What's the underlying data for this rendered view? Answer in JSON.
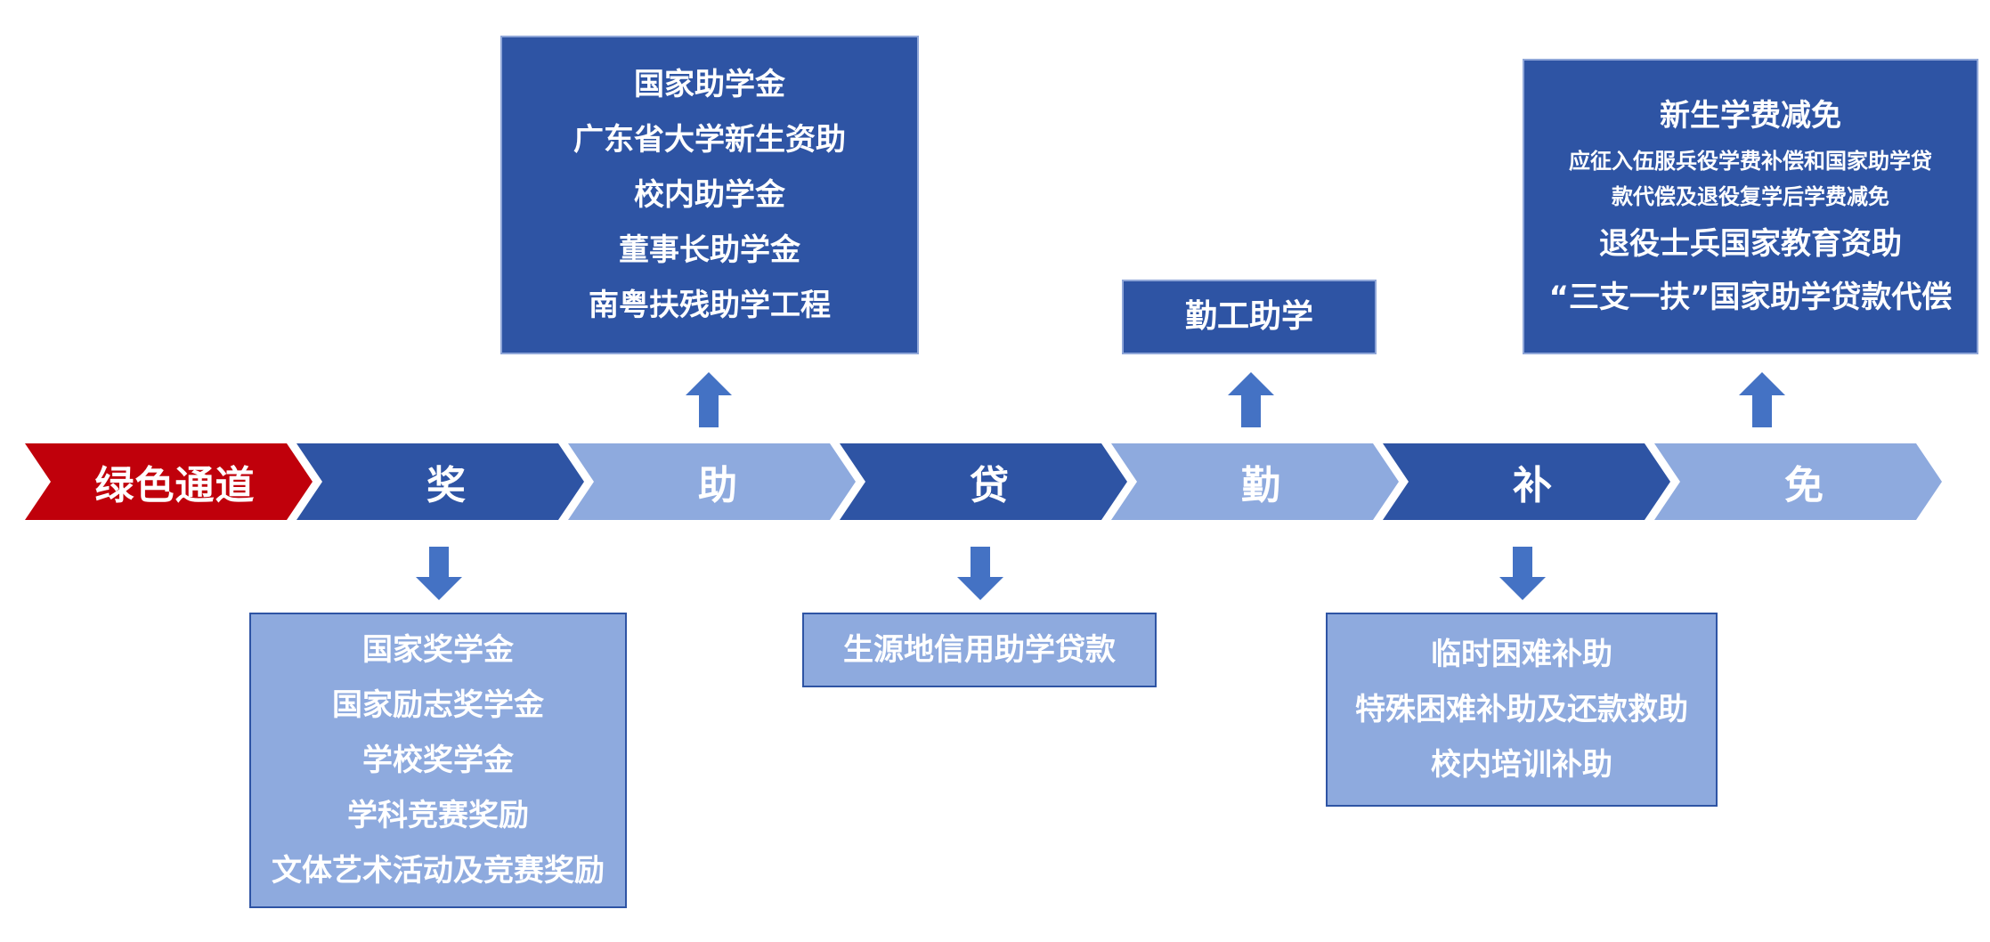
{
  "colors": {
    "red": "#c0000b",
    "dark_blue": "#2e54a4",
    "light_blue": "#8eaade",
    "arrow_blue": "#4472c4",
    "text": "#ffffff"
  },
  "steps": [
    {
      "id": "green",
      "label": "绿色通道"
    },
    {
      "id": "jiang",
      "label": "奖"
    },
    {
      "id": "zhu",
      "label": "助"
    },
    {
      "id": "dai",
      "label": "贷"
    },
    {
      "id": "qin",
      "label": "勤"
    },
    {
      "id": "bu",
      "label": "补"
    },
    {
      "id": "mian",
      "label": "免"
    }
  ],
  "boxes": {
    "zhu": {
      "items": [
        "国家助学金",
        "广东省大学新生资助",
        "校内助学金",
        "董事长助学金",
        "南粤扶残助学工程"
      ]
    },
    "qin": {
      "items": [
        "勤工助学"
      ]
    },
    "mian": {
      "items": [
        "新生学费减免",
        "应征入伍服兵役学费补偿和国家助学贷",
        "款代偿及退役复学后学费减免",
        "退役士兵国家教育资助",
        "“三支一扶”国家助学贷款代偿"
      ]
    },
    "jiang": {
      "items": [
        "国家奖学金",
        "国家励志奖学金",
        "学校奖学金",
        "学科竞赛奖励",
        "文体艺术活动及竞赛奖励"
      ]
    },
    "dai": {
      "items": [
        "生源地信用助学贷款"
      ]
    },
    "bu": {
      "items": [
        "临时困难补助",
        "特殊困难补助及还款救助",
        "校内培训补助"
      ]
    }
  }
}
